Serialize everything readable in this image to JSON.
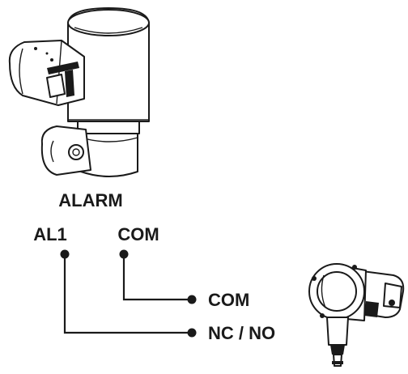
{
  "diagram": {
    "title": "ALARM",
    "device_terminals": [
      "AL1",
      "COM"
    ],
    "connections": [
      {
        "from": "COM",
        "to": "COM"
      },
      {
        "from": "AL1",
        "to": "NC / NO"
      }
    ],
    "external_labels": {
      "com": "COM",
      "nc_no": "NC / NO"
    },
    "colors": {
      "ink": "#1a1a1a",
      "background": "#ffffff"
    },
    "icons": [
      "camera-icon",
      "alarm-device-icon"
    ]
  }
}
